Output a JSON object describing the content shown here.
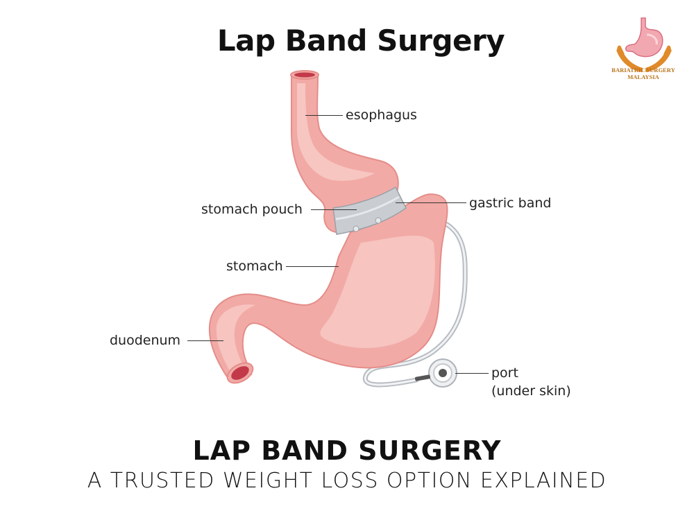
{
  "title": "Lap Band Surgery",
  "logo": {
    "icon": "stomach-in-hands-icon",
    "line1": "BARIATRIC SURGERY",
    "line2": "MALAYSIA",
    "color": "#b8731a"
  },
  "labels": {
    "esophagus": "esophagus",
    "gastric_band": "gastric band",
    "stomach_pouch": "stomach pouch",
    "stomach": "stomach",
    "duodenum": "duodenum",
    "port_line1": "port",
    "port_line2": "(under skin)"
  },
  "colors": {
    "stomach_fill": "#f2aaa6",
    "stomach_highlight": "#f8cbc6",
    "stomach_outline": "#e48d89",
    "lumen": "#c23a4a",
    "band": "#c9cdd2"
  },
  "footer": {
    "title": "LAP BAND SURGERY",
    "subtitle": "A TRUSTED WEIGHT LOSS OPTION EXPLAINED"
  }
}
